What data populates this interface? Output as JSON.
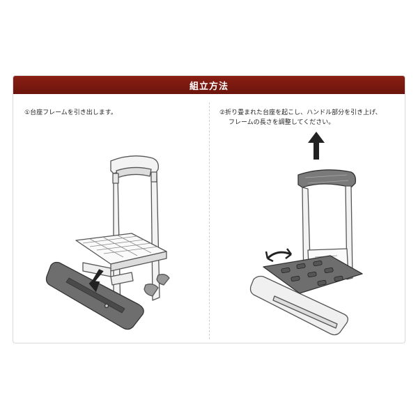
{
  "header": {
    "title": "組立方法"
  },
  "steps": [
    {
      "text": "①台座フレームを引き出します。"
    },
    {
      "line1": "②折り畳まれた台座を起こし、ハンドル部分を引き上げ、",
      "line2": "フレームの長さを調整してください。"
    }
  ],
  "icons": {
    "step1_arrow": "arrow-down-left-icon",
    "step2_arrow_up": "arrow-up-icon",
    "step2_arrow_rotate": "rotate-arrow-icon"
  },
  "colors": {
    "header_bg": "#7a1a10",
    "frame_stroke": "#555555",
    "frame_fill": "#f2f2f2",
    "platform_dark": "#6e6e6e"
  }
}
